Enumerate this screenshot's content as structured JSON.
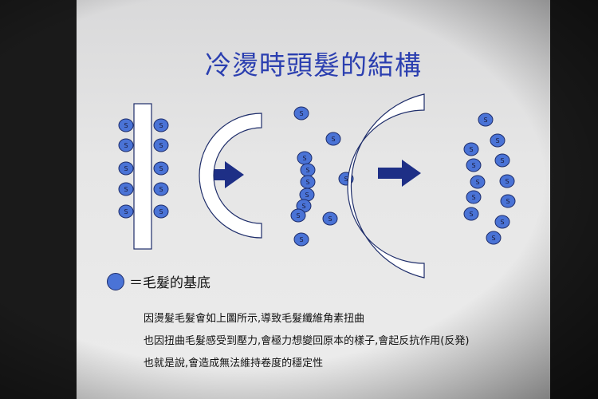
{
  "title": "冷燙時頭髮的結構",
  "bead_label": "S",
  "bead_color": "#4a73d6",
  "title_color": "#2b3fb0",
  "legend": {
    "text": "＝毛髮的基底"
  },
  "descriptions": [
    "因燙髮毛髮會如上圖所示,導致毛髮纖維角素扭曲",
    "也因扭曲毛髮感受到壓力,會極力想變回原本的樣子,會起反抗作用(反発)",
    "也就是說,會造成無法維持卷度的穩定性"
  ]
}
